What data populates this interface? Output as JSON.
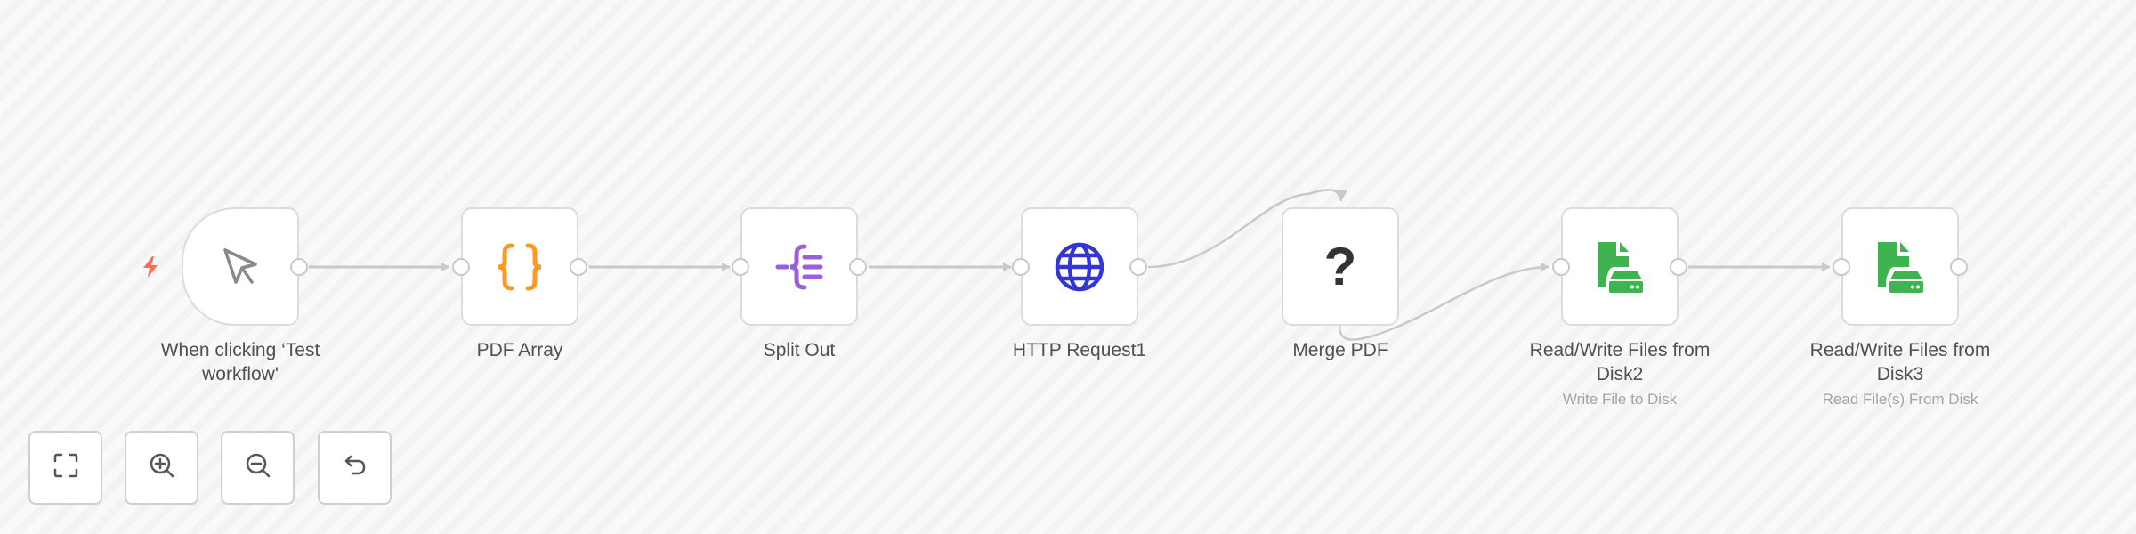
{
  "canvas": {
    "colors": {
      "background": "#f6f6f6",
      "edge": "#c9c9c9",
      "node_border": "#dcdcdc",
      "label": "#505050",
      "subtitle": "#a3a3a3",
      "trigger_bolt": "#ff6d5a"
    }
  },
  "nodes": [
    {
      "id": "trigger",
      "label": "When clicking ‘Test workflow'",
      "subtitle": "",
      "icon": "cursor-icon",
      "color": "#8a8a8a"
    },
    {
      "id": "pdf_array",
      "label": "PDF Array",
      "subtitle": "",
      "icon": "code-braces-icon",
      "color": "#ff9922"
    },
    {
      "id": "split_out",
      "label": "Split Out",
      "subtitle": "",
      "icon": "split-out-icon",
      "color": "#9b5fdb"
    },
    {
      "id": "http_request",
      "label": "HTTP Request1",
      "subtitle": "",
      "icon": "globe-icon",
      "color": "#3535d6"
    },
    {
      "id": "merge_pdf",
      "label": "Merge PDF",
      "subtitle": "",
      "icon": "question-icon",
      "glyph": "?",
      "color": "#333333"
    },
    {
      "id": "rw_disk2",
      "label": "Read/Write Files from Disk2",
      "subtitle": "Write File to Disk",
      "icon": "file-disk-icon",
      "color": "#3fb34f"
    },
    {
      "id": "rw_disk3",
      "label": "Read/Write Files from Disk3",
      "subtitle": "Read File(s) From Disk",
      "icon": "file-disk-icon",
      "color": "#3fb34f"
    }
  ],
  "connections": [
    {
      "from": "trigger",
      "to": "pdf_array"
    },
    {
      "from": "pdf_array",
      "to": "split_out"
    },
    {
      "from": "split_out",
      "to": "http_request"
    },
    {
      "from": "http_request",
      "to": "merge_pdf"
    },
    {
      "from": "merge_pdf",
      "to": "rw_disk2"
    },
    {
      "from": "rw_disk2",
      "to": "rw_disk3"
    }
  ],
  "controls": [
    {
      "name": "fit-view",
      "icon": "fit-view-icon"
    },
    {
      "name": "zoom-in",
      "icon": "zoom-in-icon"
    },
    {
      "name": "zoom-out",
      "icon": "zoom-out-icon"
    },
    {
      "name": "reset-zoom",
      "icon": "undo-icon"
    }
  ]
}
